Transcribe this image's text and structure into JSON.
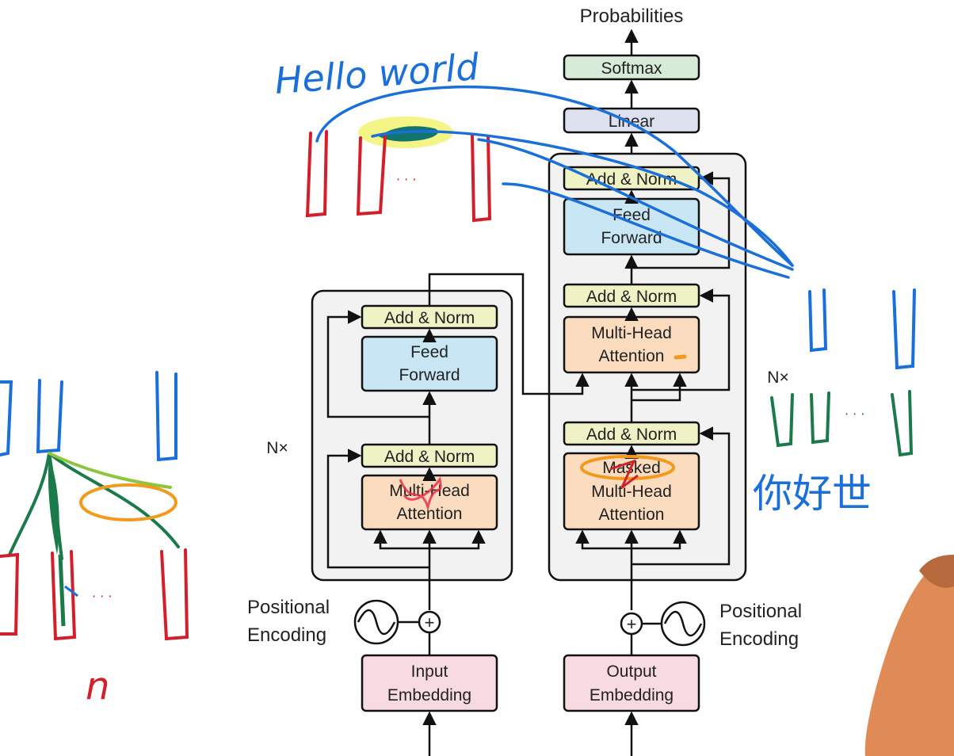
{
  "output": {
    "probabilities": "Probabilities"
  },
  "blocks": {
    "softmax": "Softmax",
    "linear": "Linear",
    "add_norm": "Add & Norm",
    "feed_line1": "Feed",
    "feed_line2": "Forward",
    "mha_line1": "Multi-Head",
    "mha_line2": "Attention",
    "masked_line1": "Masked",
    "masked_line2": "Multi-Head",
    "masked_line3": "Attention",
    "input_emb_line1": "Input",
    "input_emb_line2": "Embedding",
    "output_emb_line1": "Output",
    "output_emb_line2": "Embedding",
    "pos_line1": "Positional",
    "pos_line2": "Encoding",
    "nx": "N×",
    "plus": "+"
  },
  "annotations": {
    "hello_world": "Hello world",
    "dots": "· · ·",
    "chinese": "你好世",
    "n_letter": "n"
  },
  "colors": {
    "ink_blue": "#1a6fd8",
    "ink_red": "#d21f2a",
    "ink_green": "#1b7a4a",
    "ink_orange": "#f29a1e",
    "highlight": "#f3f37a",
    "softmax_fill": "#d6ecd9",
    "linear_fill": "#dde0ee",
    "addnorm_fill": "#eef2c4",
    "ff_fill": "#c9e6f4",
    "attn_fill": "#fbdcbf",
    "emb_fill": "#f7dbe0",
    "block_bg": "#f2f2f2",
    "skin": "#e08a56"
  }
}
